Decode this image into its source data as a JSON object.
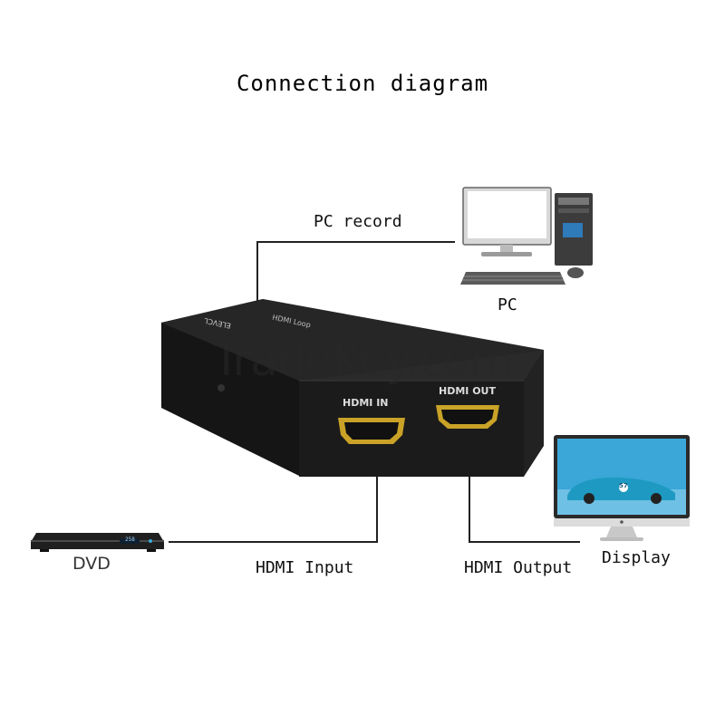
{
  "title": "Connection diagram",
  "labels": {
    "pc_record": "PC record",
    "pc": "PC",
    "dvd": "DVD",
    "display": "Display",
    "hdmi_input": "HDMI Input",
    "hdmi_output": "HDMI Output"
  },
  "device": {
    "port_in_label": "HDMI IN",
    "port_out_label": "HDMI OUT",
    "brand": "ELEVCL",
    "top_text": "HDMI Loop"
  },
  "dvd_display": "258",
  "car_number": "57",
  "watermark": "TradeKey.com",
  "colors": {
    "line": "#222222",
    "device_body": "#1c1c1c",
    "port_gold": "#c9a227",
    "screen_blue": "#3aa7d8"
  }
}
